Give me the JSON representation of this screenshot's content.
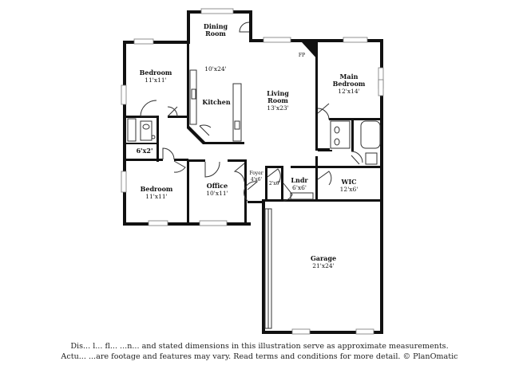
{
  "rooms": {
    "dining": {
      "name": "Dining\nRoom",
      "name_l1": "Dining",
      "name_l2": "Room",
      "dims": ""
    },
    "kitchen": {
      "name": "Kitchen",
      "dims": "10'x24'"
    },
    "bedroom_top": {
      "name": "Bedroom",
      "dims": "11'x11'"
    },
    "living": {
      "name_l1": "Living",
      "name_l2": "Room",
      "dims": "13'x23'"
    },
    "main_bedroom": {
      "name_l1": "Main",
      "name_l2": "Bedroom",
      "dims": "12'x14'"
    },
    "fireplace": {
      "name": "FP"
    },
    "hall_bath": {
      "dims": "6'x2'"
    },
    "bedroom_bottom": {
      "name": "Bedroom",
      "dims": "11'x11'"
    },
    "office": {
      "name": "Office",
      "dims": "10'x11'"
    },
    "foyer": {
      "name": "Foyer",
      "dims": "4'x6'"
    },
    "closet": {
      "dims": "2'x6'"
    },
    "laundry": {
      "name": "Lndr",
      "dims": "6'x6'"
    },
    "wic": {
      "name": "WIC",
      "dims": "12'x6'"
    },
    "garage": {
      "name": "Garage",
      "dims": "21'x24'"
    }
  },
  "disclaimer": {
    "line1": "Dis... l... fl... ...n... and stated dimensions in this illustration serve as approximate measurements.",
    "line2": "Actu... ...are footage and features may vary. Read terms and conditions for more detail. © PlanOmatic"
  }
}
